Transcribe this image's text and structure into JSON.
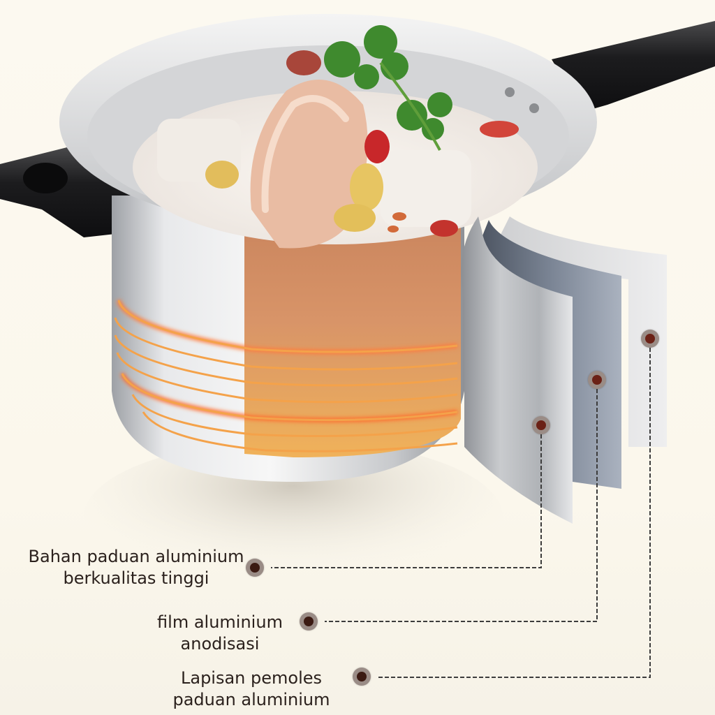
{
  "infographic": {
    "subject": "Aluminium alloy pot with layered wall cross-section",
    "layers": [
      {
        "id": "outer",
        "label_line1": "Bahan paduan aluminium",
        "label_line2": "berkualitas tinggi"
      },
      {
        "id": "middle",
        "label_line1": "film aluminium",
        "label_line2": "anodisasi"
      },
      {
        "id": "inner",
        "label_line1": "Lapisan pemoles",
        "label_line2": "paduan aluminium"
      }
    ],
    "colors": {
      "background": "#fbf8ef",
      "text": "#2b211d",
      "marker_outer": "#9a8c86",
      "marker_inner": "#3b1a12",
      "leader_line": "#3c3c3c",
      "heat_ring": "#f2913a",
      "handle": "#1e1e1e",
      "pot_metal": "#d7d8da"
    },
    "icons": [
      "layer-marker-dot",
      "dashed-leader-line",
      "heat-ring"
    ]
  }
}
